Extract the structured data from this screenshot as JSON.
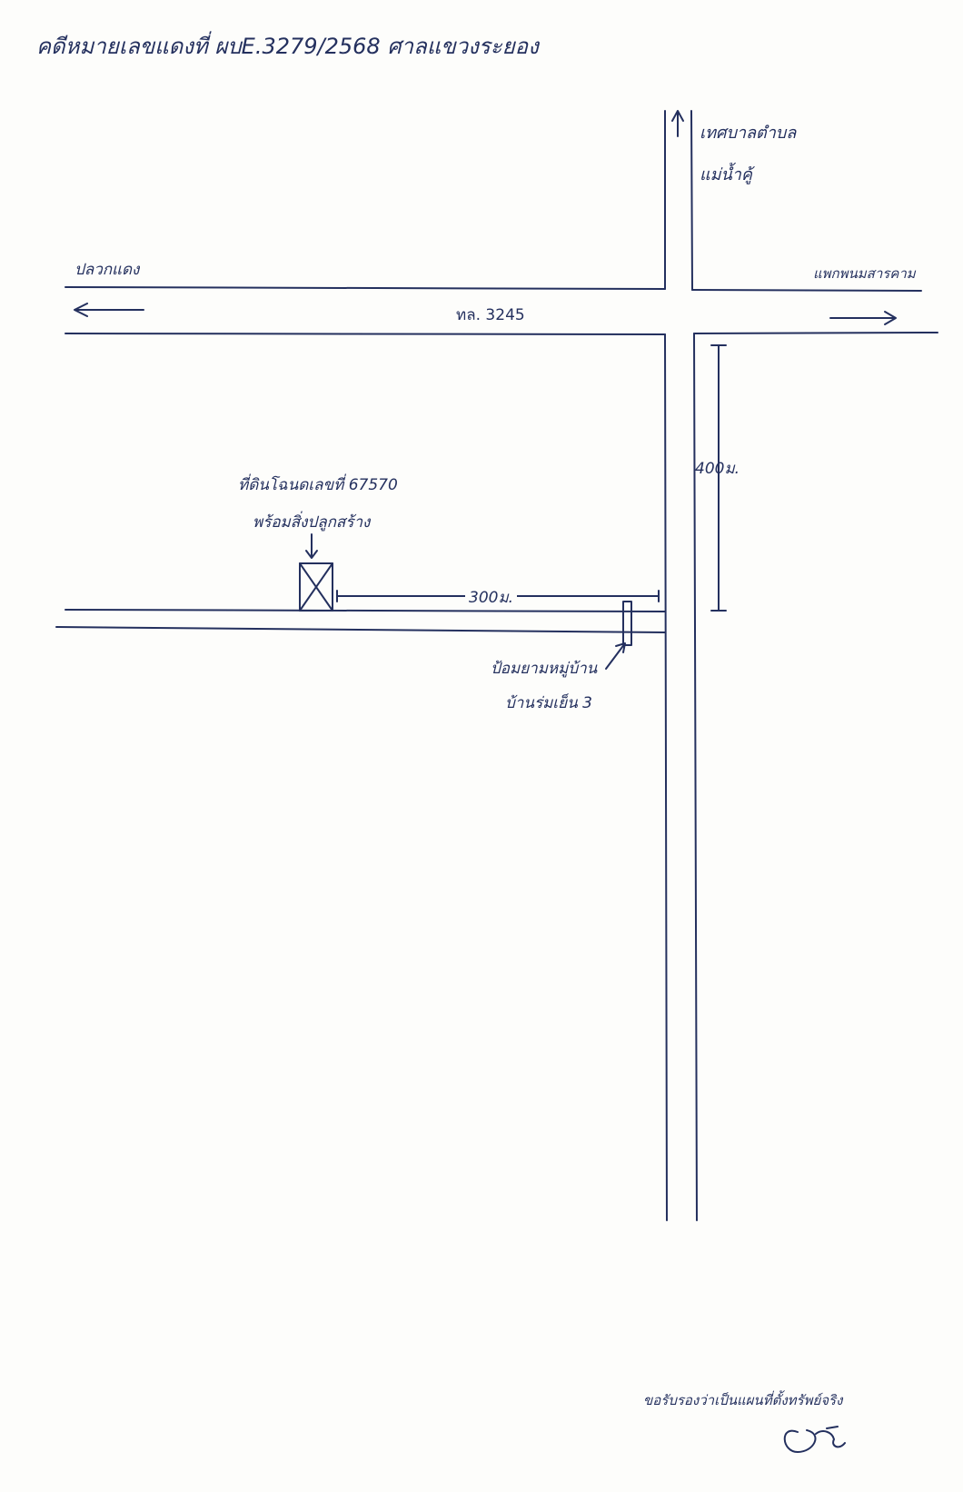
{
  "title": "คดีหมายเลขแดงที่ ผบE.3279/2568 ศาลแขวงระยอง",
  "labels": {
    "north_1": "เทศบาลตำบล",
    "north_2": "แม่น้ำคู้",
    "west": "ปลวกแดง",
    "east": "แพกพนมสารคาม",
    "road": "ทล. 3245",
    "distance_vertical": "400ม.",
    "parcel_1": "ที่ดินโฉนดเลขที่ 67570",
    "parcel_2": "พร้อมสิ่งปลูกสร้าง",
    "distance_horizontal": "300ม.",
    "gate_1": "ป้อมยามหมู่บ้าน",
    "gate_2": "บ้านร่มเย็น 3",
    "certification": "ขอรับรองว่าเป็นแผนที่ตั้งทรัพย์จริง"
  },
  "colors": {
    "ink": "#24305e",
    "paper": "#fdfdfb"
  },
  "icons": {
    "parcel": "boxed-x-icon",
    "gate": "rectangle-icon",
    "signature": "signature-icon"
  }
}
